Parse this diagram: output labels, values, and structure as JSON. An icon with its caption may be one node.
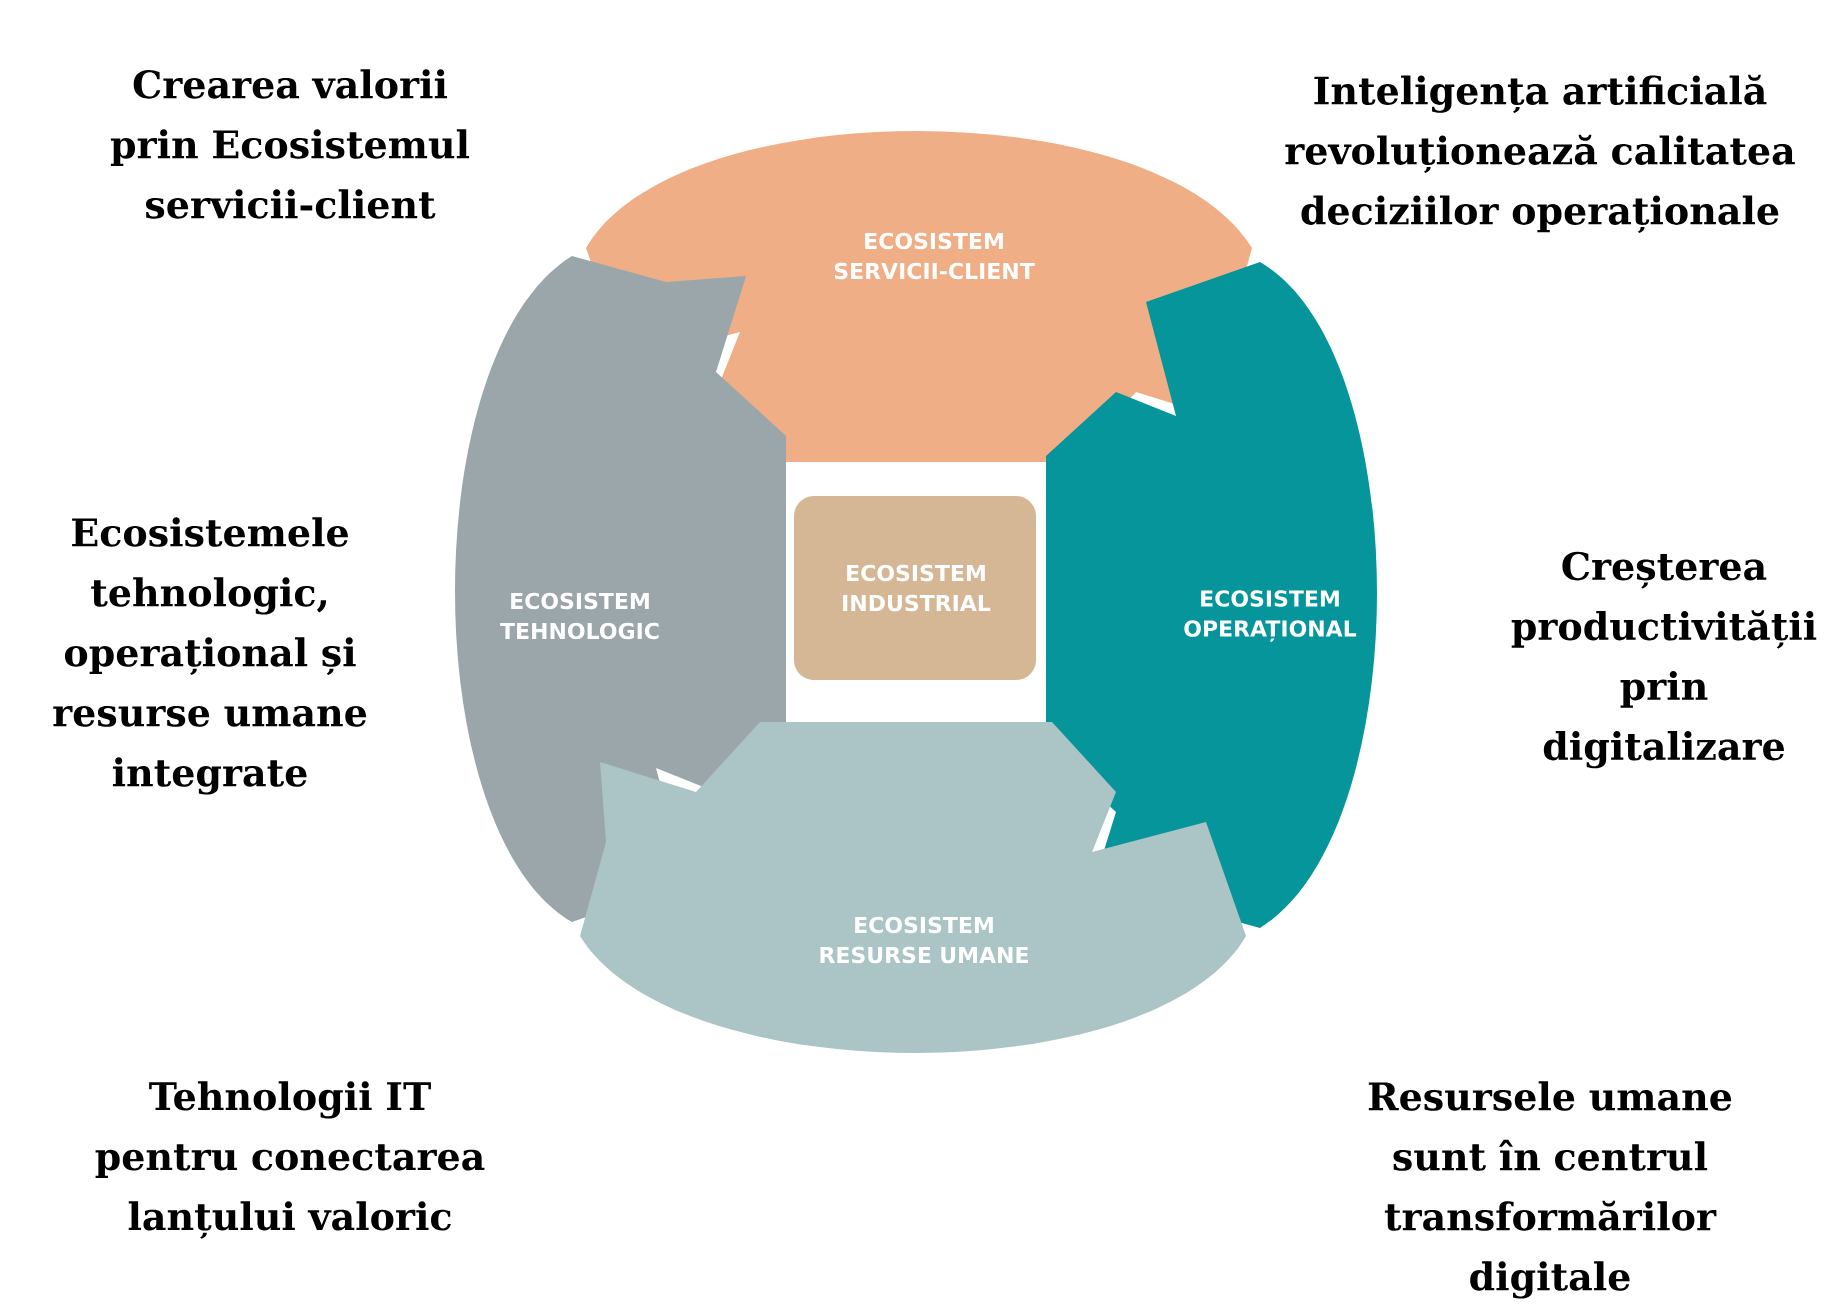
{
  "diagram": {
    "nodes": [
      {
        "text": [
          "ECOSISTEM SERVICII-CLIENT"
        ]
      },
      {
        "text": [
          "ECOSISTEM TEHNOLOGIC"
        ]
      },
      {
        "text": [
          "ECOSISTEM INDUSTRIAL"
        ]
      },
      {
        "text": [
          "ECOSISTEM OPERAȚIONAL"
        ]
      },
      {
        "text": [
          "ECOSISTEM RESURSE UMANE"
        ]
      }
    ],
    "labels": [
      "Crearea valorii prin Ecosistemul servicii-client",
      "Inteligența artificială revoluționează calitatea deciziilor operaționale",
      "Ecosistemele tehnologic, operațional și resurse umane integrate",
      "Creșterea productivității prin digitalizare",
      "Tehnologii IT pentru conectarea lanțului valoric",
      "Resursele umane sunt în centrul transformărilor digitale"
    ]
  }
}
